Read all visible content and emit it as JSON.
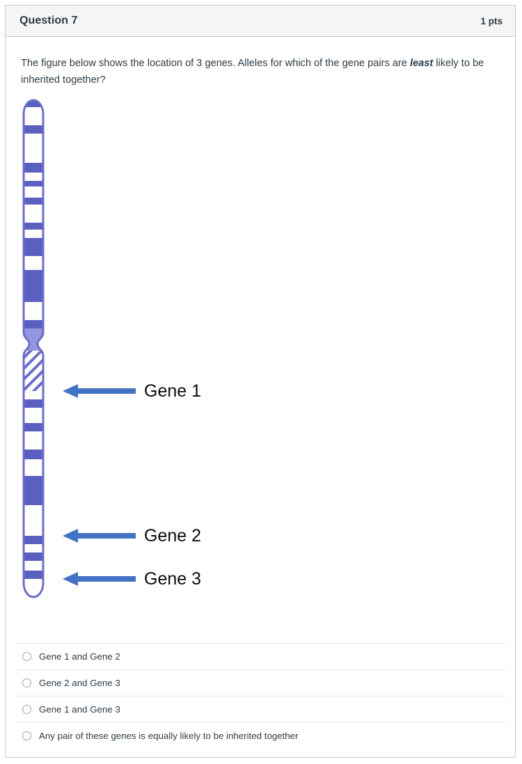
{
  "header": {
    "title": "Question 7",
    "points": "1 pts"
  },
  "question": {
    "text_before": "The figure below shows the location of 3 genes. Alleles for which of the gene pairs are ",
    "emphasis": "least",
    "text_after": " likely to be inherited together?"
  },
  "figure": {
    "alt": "Ideogram of a chromosome with three arrows pointing at gene loci",
    "chromosome_color": "#5b5fc0",
    "chromosome_band_color": "#ffffff",
    "centromere_color": "#9497e0",
    "arrow_color": "#4472c4",
    "genes": [
      {
        "label": "Gene 1"
      },
      {
        "label": "Gene 2"
      },
      {
        "label": "Gene 3"
      }
    ]
  },
  "answers": [
    {
      "label": "Gene 1 and Gene 2",
      "selected": false
    },
    {
      "label": "Gene 2 and Gene 3",
      "selected": false
    },
    {
      "label": "Gene 1 and Gene 3",
      "selected": false
    },
    {
      "label": "Any pair of these genes is equally likely to be inherited together",
      "selected": false
    }
  ]
}
